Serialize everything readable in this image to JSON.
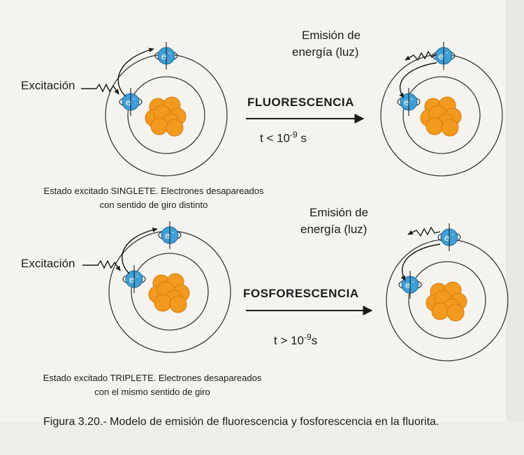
{
  "top_panel": {
    "excitation_label": "Excitación",
    "emission_label_line1": "Emisión de",
    "emission_label_line2": "energía (luz)",
    "process_label": "FLUORESCENCIA",
    "time_prefix": "t < 10",
    "time_exponent": "-9",
    "time_unit": " s",
    "caption_line1": "Estado excitado SINGLETE. Electrones desapareados",
    "caption_line2": "con sentido de giro distinto"
  },
  "bottom_panel": {
    "excitation_label": "Excitación",
    "emission_label_line1": "Emisión de",
    "emission_label_line2": "energía (luz)",
    "process_label": "FOSFORESCENCIA",
    "time_prefix": "t > 10",
    "time_exponent": "-9",
    "time_unit": "s",
    "caption_line1": "Estado excitado TRIPLETE. Electrones desapareados",
    "caption_line2": "con el mismo sentido de giro"
  },
  "electron_label": "e",
  "electron_charge": "-",
  "figure_caption": "Figura 3.20.- Modelo de emisión de fluorescencia y fosforescencia en la fluorita.",
  "colors": {
    "orbit": "#3a3a3a",
    "electron": "#3d9fd6",
    "nucleus": "#f29a1e",
    "nucleus_edge": "#d87a10",
    "arrow": "#1a1a1a"
  }
}
